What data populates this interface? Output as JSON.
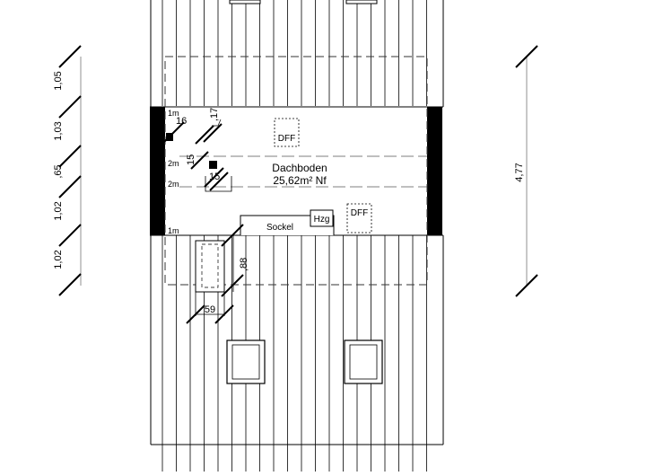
{
  "room": {
    "name": "Dachboden",
    "area": "25,62m² Nf"
  },
  "labels": {
    "sockel": "Sockel",
    "heater": "Hzg",
    "skylight_top": "DFF",
    "skylight_right": "DFF"
  },
  "height_marks": {
    "top": "1m",
    "upper_mid": "2m",
    "lower_mid": "2m",
    "bottom": "1m"
  },
  "dimensions": {
    "left_chain": [
      "1,05",
      "1,03",
      ",65",
      "1,02",
      "1,02"
    ],
    "right_total": "4,77",
    "chimney_width": "59",
    "chimney_depth": ",88",
    "ridge_a": "16",
    "ridge_b": ",17",
    "gap_a": "15",
    "gap_b": "15"
  },
  "colors": {
    "line": "#000000",
    "dashed": "#333333",
    "light_line": "#777777",
    "wall_fill": "#000000",
    "background": "#ffffff"
  }
}
